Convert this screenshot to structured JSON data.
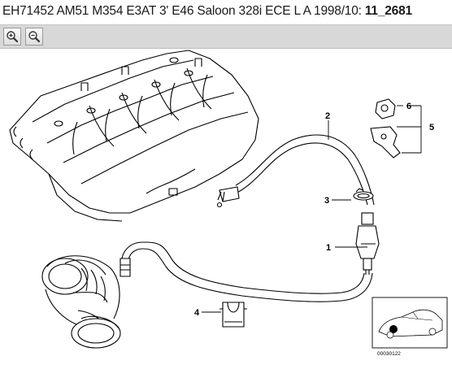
{
  "header": {
    "title_main": "EH71452 AM51 M354 E3AT 3' E46 Saloon 328i ECE L A 1998/10: ",
    "title_bold": "11_2681"
  },
  "toolbar": {
    "zoom_in_icon": "magnifier-plus",
    "zoom_out_icon": "magnifier-minus"
  },
  "diagram": {
    "callouts": [
      "1",
      "2",
      "3",
      "4",
      "5",
      "6"
    ],
    "thumbnail_id": "00030122"
  },
  "colors": {
    "toolbar_bg": "#d8d8d8",
    "line": "#000000",
    "background": "#ffffff"
  }
}
